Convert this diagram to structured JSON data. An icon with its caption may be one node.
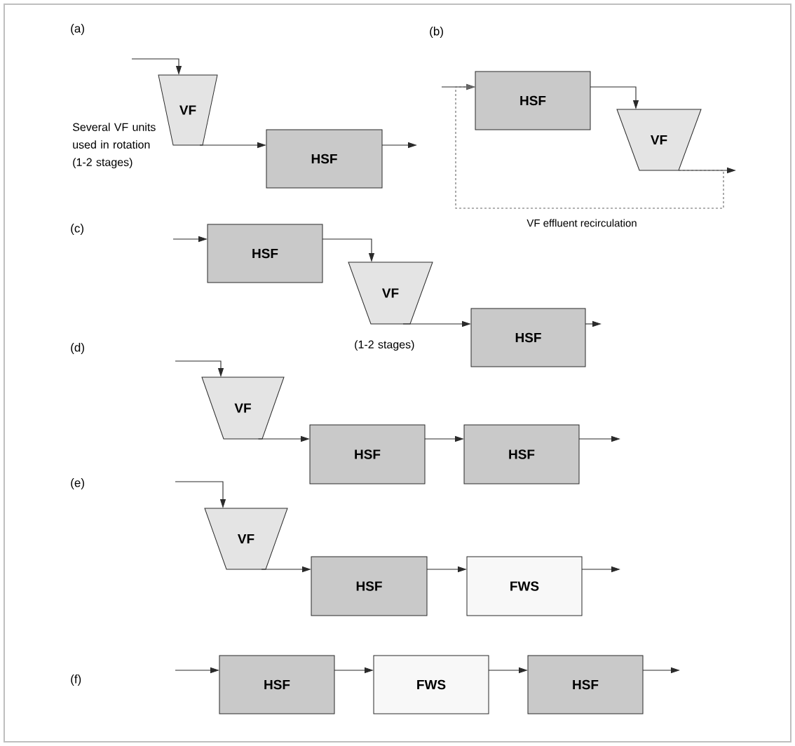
{
  "diagram": {
    "nodes": [
      {
        "text": [
          "VF"
        ],
        "beside": [
          "Several VF units used in rotation (1-2 stages)"
        ]
      },
      {
        "text": [
          "HSF"
        ]
      },
      {
        "text": [
          "HSF"
        ]
      },
      {
        "text": [
          "VF"
        ]
      },
      {
        "text": [
          "HSF"
        ]
      },
      {
        "text": [
          "VF"
        ],
        "beside": [
          "(1-2 stages)"
        ]
      },
      {
        "text": [
          "HSF"
        ]
      },
      {
        "text": [
          "VF"
        ]
      },
      {
        "text": [
          "HSF"
        ]
      },
      {
        "text": [
          "HSF"
        ]
      },
      {
        "text": [
          "VF"
        ]
      },
      {
        "text": [
          "HSF"
        ]
      },
      {
        "text": [
          "FWS"
        ]
      },
      {
        "text": [
          "HSF"
        ]
      },
      {
        "text": [
          "FWS"
        ]
      },
      {
        "text": [
          "HSF"
        ]
      }
    ],
    "edges": [
      {
        "from": null,
        "to": 0,
        "arrow": "to"
      },
      {
        "from": 0,
        "to": 1,
        "arrow": "to"
      },
      {
        "from": 1,
        "to": null,
        "arrow": "to"
      },
      {
        "from": null,
        "to": 2,
        "arrow": "to"
      },
      {
        "from": 2,
        "to": 3,
        "arrow": "to"
      },
      {
        "from": 3,
        "to": null,
        "arrow": "to"
      },
      {
        "from": 3,
        "to": 2,
        "arrow": "to",
        "style": "dashed",
        "label": "VF effluent recirculation"
      },
      {
        "from": null,
        "to": 4,
        "arrow": "to"
      },
      {
        "from": 4,
        "to": 5,
        "arrow": "to"
      },
      {
        "from": 5,
        "to": 6,
        "arrow": "to"
      },
      {
        "from": 6,
        "to": null,
        "arrow": "to"
      },
      {
        "from": null,
        "to": 7,
        "arrow": "to"
      },
      {
        "from": 7,
        "to": 8,
        "arrow": "to"
      },
      {
        "from": 8,
        "to": 9,
        "arrow": "to"
      },
      {
        "from": 9,
        "to": null,
        "arrow": "to"
      },
      {
        "from": null,
        "to": 10,
        "arrow": "to"
      },
      {
        "from": 10,
        "to": 11,
        "arrow": "to"
      },
      {
        "from": 11,
        "to": 12,
        "arrow": "to"
      },
      {
        "from": 12,
        "to": null,
        "arrow": "to"
      },
      {
        "from": null,
        "to": 13,
        "arrow": "to"
      },
      {
        "from": 13,
        "to": 14,
        "arrow": "to"
      },
      {
        "from": 14,
        "to": 15,
        "arrow": "to"
      },
      {
        "from": 15,
        "to": null,
        "arrow": "to"
      }
    ],
    "labels": [
      "(a)",
      "(b)",
      "(c)",
      "(d)",
      "(e)",
      "(f)"
    ]
  }
}
